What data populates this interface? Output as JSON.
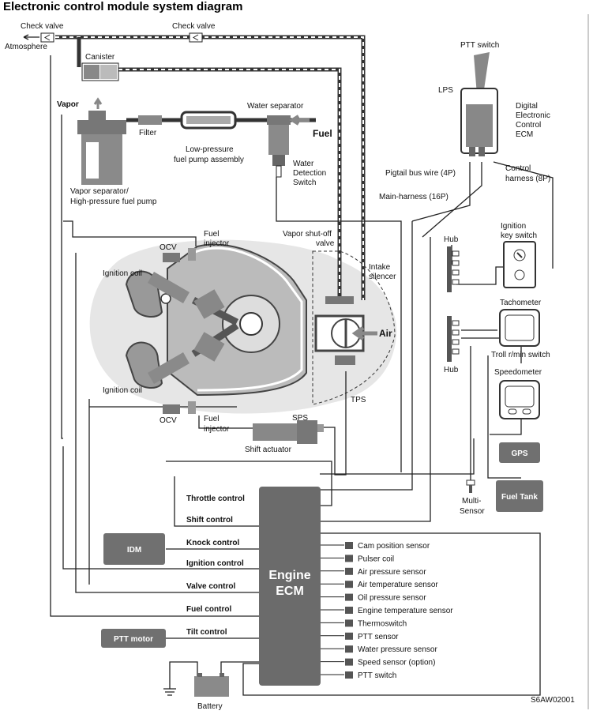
{
  "title": "Electronic control module system diagram",
  "code": "S6AW02001",
  "labels": {
    "check_valve_left": "Check valve",
    "check_valve_right": "Check valve",
    "atmosphere": "Atmosphere",
    "canister": "Canister",
    "vapor": "Vapor",
    "filter": "Filter",
    "water_separator": "Water separator",
    "fuel": "Fuel",
    "lp_pump_1": "Low-pressure",
    "lp_pump_2": "fuel pump assembly",
    "water_detect_1": "Water",
    "water_detect_2": "Detection",
    "water_detect_3": "Switch",
    "vapor_sep_1": "Vapor separator/",
    "vapor_sep_2": "High-pressure fuel pump",
    "ptt_switch_top": "PTT switch",
    "lps": "LPS",
    "digital_ecm_1": "Digital",
    "digital_ecm_2": "Electronic",
    "digital_ecm_3": "Control",
    "digital_ecm_4": "ECM",
    "pigtail": "Pigtail bus wire (4P)",
    "control_harness_1": "Control",
    "control_harness_2": "harness (8P)",
    "main_harness": "Main-harness (16P)",
    "ignition_key_1": "Ignition",
    "ignition_key_2": "key switch",
    "hub_top": "Hub",
    "hub_bottom": "Hub",
    "tachometer": "Tachometer",
    "troll": "Troll r/min switch",
    "speedometer": "Speedometer",
    "gps": "GPS",
    "fuel_tank": "Fuel Tank",
    "multi_sensor_1": "Multi-",
    "multi_sensor_2": "Sensor",
    "ocv_top": "OCV",
    "ocv_bottom": "OCV",
    "fuel_injector_top_1": "Fuel",
    "fuel_injector_top_2": "injector",
    "fuel_injector_bottom_1": "Fuel",
    "fuel_injector_bottom_2": "injector",
    "ignition_coil_top": "Ignition coil",
    "ignition_coil_bottom": "Ignition coil",
    "vapor_shutoff_1": "Vapor shut-off",
    "vapor_shutoff_2": "valve",
    "intake_silencer_1": "Intake",
    "intake_silencer_2": "silencer",
    "air": "Air",
    "tps": "TPS",
    "sps": "SPS",
    "shift_actuator": "Shift actuator",
    "idm": "IDM",
    "ptt_motor": "PTT motor",
    "battery": "Battery",
    "engine_ecm_1": "Engine",
    "engine_ecm_2": "ECM"
  },
  "controls": [
    "Throttle control",
    "Shift control",
    "Knock control",
    "Ignition control",
    "Valve control",
    "Fuel control",
    "Tilt control"
  ],
  "sensors": [
    "Cam position sensor",
    "Pulser coil",
    "Air pressure sensor",
    "Air temperature sensor",
    "Oil pressure sensor",
    "Engine temperature sensor",
    "Thermoswitch",
    "PTT sensor",
    "Water pressure sensor",
    "Speed sensor (option)",
    "PTT switch"
  ],
  "colors": {
    "ecm_fill": "#6b6b6b",
    "box_fill": "#707070",
    "engine_zone": "#e6e6e6",
    "component": "#8a8a8a"
  }
}
